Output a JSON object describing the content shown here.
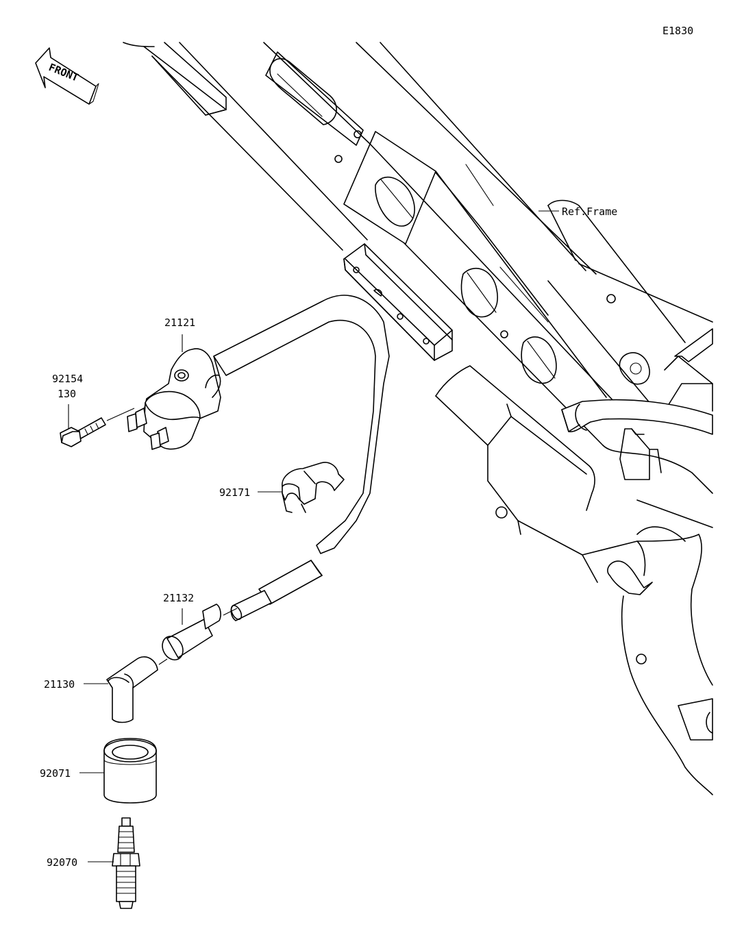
{
  "diagram": {
    "code": "E1830",
    "front_label": "FRONT",
    "ref_frame_label": "Ref.Frame",
    "parts": [
      {
        "id": "p21121",
        "number": "21121"
      },
      {
        "id": "p92154",
        "number": "92154",
        "qty": "130"
      },
      {
        "id": "p92171",
        "number": "92171"
      },
      {
        "id": "p21132",
        "number": "21132"
      },
      {
        "id": "p21130",
        "number": "21130"
      },
      {
        "id": "p92071",
        "number": "92071"
      },
      {
        "id": "p92070",
        "number": "92070"
      }
    ]
  }
}
